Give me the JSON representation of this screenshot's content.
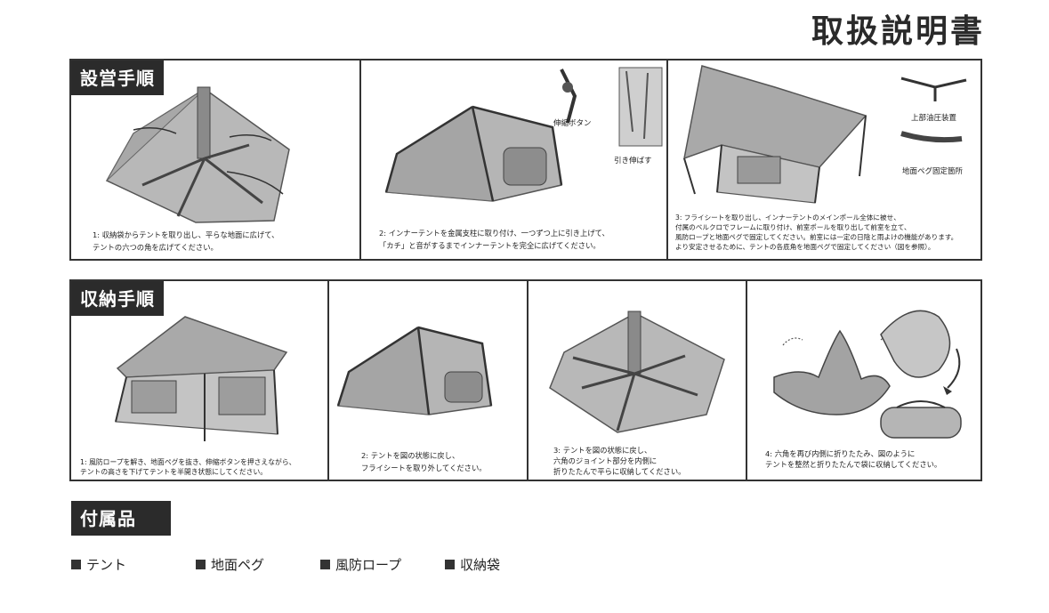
{
  "title": "取扱説明書",
  "setup": {
    "heading": "設営手順",
    "step1": {
      "line1": "1: 収納袋からテントを取り出し、平らな地面に広げて、",
      "line2": "テントの六つの角を広げてください。"
    },
    "step2": {
      "line1": "2: インナーテントを金属支柱に取り付け、一つずつ上に引き上げて、",
      "line2": "「カチ」と音がするまでインナーテントを完全に広げてください。",
      "label_button": "伸縮ボタン",
      "label_pull": "引き伸ばす"
    },
    "step3": {
      "line1": "3: フライシートを取り出し、インナーテントのメインポール全体に被せ、",
      "line2": "付属のベルクロでフレームに取り付け、前室ポールを取り出して前室を立て、",
      "line3": "風防ロープと地面ペグで固定してください。前室には一定の日陰と雨よけの機能があります。",
      "line4": "より安定させるために、テントの各底角を地面ペグで固定してください（図を参照）。",
      "label_hydraulic": "上部油圧装置",
      "label_peg": "地面ペグ固定箇所"
    }
  },
  "storage": {
    "heading": "収納手順",
    "step1": {
      "line1": "1: 風防ロープを解き、地面ペグを抜き、伸縮ボタンを押さえながら、",
      "line2": "テントの高さを下げてテントを半開き状態にしてください。"
    },
    "step2": {
      "line1": "2: テントを図の状態に戻し、",
      "line2": "フライシートを取り外してください。"
    },
    "step3": {
      "line1": "3: テントを図の状態に戻し、",
      "line2": "六角のジョイント部分を内側に",
      "line3": "折りたたんで平らに収納してください。"
    },
    "step4": {
      "line1": "4: 六角を再び内側に折りたたみ、図のように",
      "line2": "テントを整然と折りたたんで袋に収納してください。"
    }
  },
  "accessories": {
    "heading": "付属品",
    "items": [
      "テント",
      "地面ペグ",
      "風防ロープ",
      "収納袋"
    ]
  }
}
